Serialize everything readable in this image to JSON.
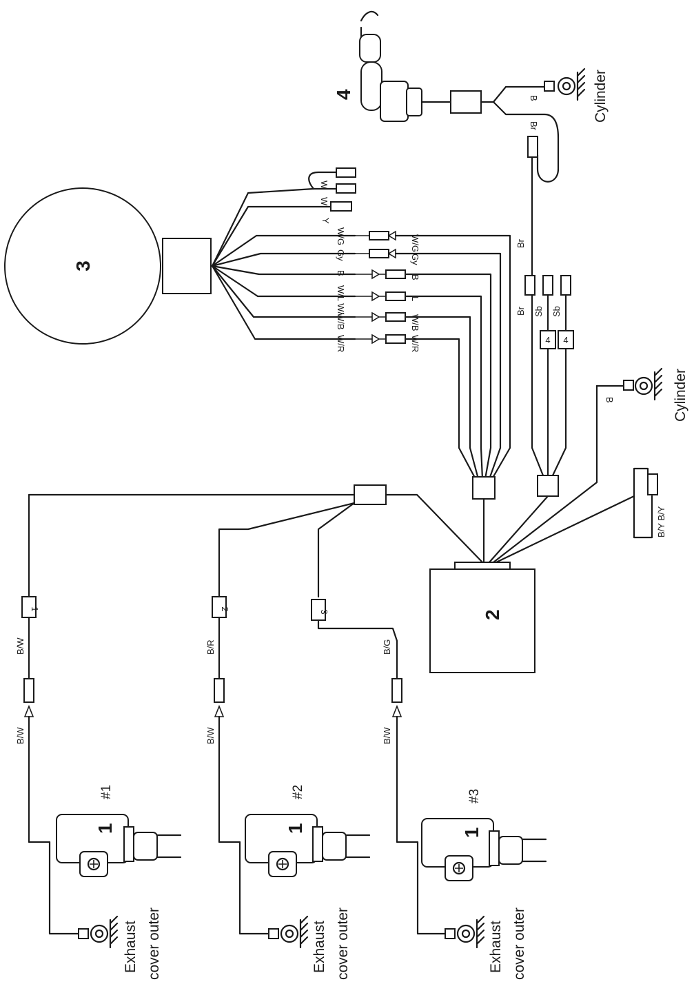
{
  "components": {
    "ignition_coil_number": "1",
    "control_unit_number": "2",
    "magneto_number": "3",
    "sensor_number": "4",
    "cylinder_markers": [
      "#1",
      "#2",
      "#3"
    ]
  },
  "ground_labels": {
    "exhaust_line1": "Exhaust",
    "exhaust_line2": "cover outer",
    "cylinder": "Cylinder"
  },
  "connector_numbers": [
    "1",
    "2",
    "3"
  ],
  "small_connector_number": "4",
  "coil_wires": {
    "coil1": {
      "cover_side": "B/W",
      "harness_side": "B/W"
    },
    "coil2": {
      "cover_side": "B/W",
      "harness_side": "B/R"
    },
    "coil3": {
      "cover_side": "B/W",
      "harness_side": "B/G"
    }
  },
  "magneto_wires": {
    "harness_side": [
      "W/R",
      "W/B",
      "L",
      "B",
      "Gy",
      "W/G"
    ],
    "stator_side": [
      "W/R",
      "W/B",
      "W/L W/",
      "B",
      "Gy",
      "W/G"
    ],
    "extra": [
      "Y",
      "W",
      "W"
    ]
  },
  "sensor_wires": {
    "ground": "B",
    "signal_upper": "Br",
    "signal_lower": "Br",
    "signal_mid": "Br",
    "sb1": "Sb",
    "sb2": "Sb"
  },
  "cdi_wires": {
    "ground": "B",
    "lower_branch": "B/Y B/Y"
  }
}
